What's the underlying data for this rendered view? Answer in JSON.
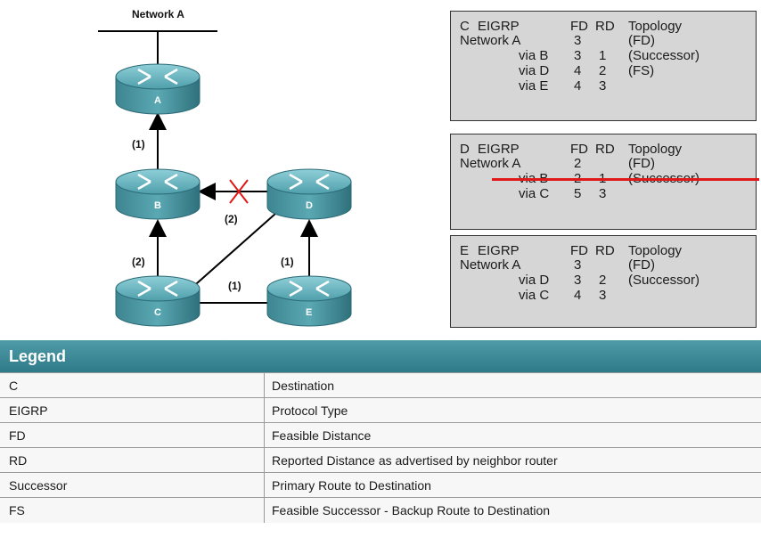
{
  "network": {
    "label": "Network A"
  },
  "routers": [
    {
      "id": "A",
      "label": "A"
    },
    {
      "id": "B",
      "label": "B"
    },
    {
      "id": "C",
      "label": "C"
    },
    {
      "id": "D",
      "label": "D"
    },
    {
      "id": "E",
      "label": "E"
    }
  ],
  "link_labels": {
    "b_to_a": "(1)",
    "d_to_b": "(2)",
    "c_to_b": "(2)",
    "e_to_d": "(1)",
    "c_to_e": "(1)"
  },
  "tables": {
    "c": {
      "lines": [
        {
          "c0": "C",
          "c1": "EIGRP",
          "c2": "FD",
          "c3": "RD",
          "c4": "Topology"
        },
        {
          "c0": "Network A",
          "c2": "3",
          "c4": "(FD)"
        },
        {
          "c1": "via B",
          "c2": "3",
          "c3": "1",
          "c4": "(Successor)"
        },
        {
          "c1": "via D",
          "c2": "4",
          "c3": "2",
          "c4": "(FS)"
        },
        {
          "c1": "via E",
          "c2": "4",
          "c3": "3"
        }
      ]
    },
    "d": {
      "lines": [
        {
          "c0": "D",
          "c1": "EIGRP",
          "c2": "FD",
          "c3": "RD",
          "c4": "Topology"
        },
        {
          "c0": "Network A",
          "c2": "2",
          "c4": "(FD)"
        },
        {
          "c1": "via B",
          "c2": "2",
          "c3": "1",
          "c4": "(Successor)"
        },
        {
          "c1": "via C",
          "c2": "5",
          "c3": "3"
        }
      ]
    },
    "e": {
      "lines": [
        {
          "c0": "E",
          "c1": "EIGRP",
          "c2": "FD",
          "c3": "RD",
          "c4": "Topology"
        },
        {
          "c0": "Network A",
          "c2": "3",
          "c4": "(FD)"
        },
        {
          "c1": "via D",
          "c2": "3",
          "c3": "2",
          "c4": "(Successor)"
        },
        {
          "c1": "via C",
          "c2": "4",
          "c3": "3"
        }
      ]
    }
  },
  "legend": {
    "title": "Legend",
    "rows": [
      {
        "term": "C",
        "def": "Destination"
      },
      {
        "term": "EIGRP",
        "def": "Protocol Type"
      },
      {
        "term": "FD",
        "def": "Feasible Distance"
      },
      {
        "term": "RD",
        "def": "Reported Distance as advertised by neighbor router"
      },
      {
        "term": "Successor",
        "def": "Primary Route to Destination"
      },
      {
        "term": "FS",
        "def": "Feasible Successor - Backup Route to Destination"
      }
    ]
  },
  "colors": {
    "router": "#3f8f9a",
    "strike": "#e01818",
    "legend_header": "#3a8592"
  }
}
